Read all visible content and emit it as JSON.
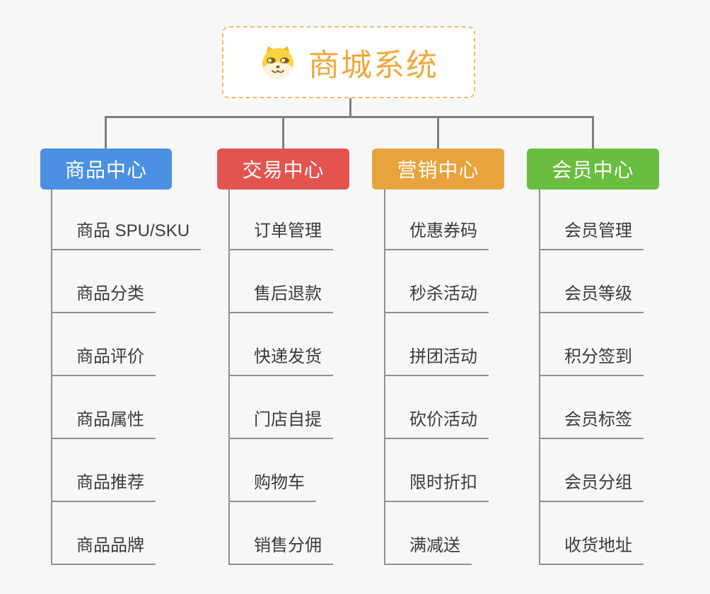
{
  "root": {
    "title": "商城系统",
    "icon": "shiba-dog-icon"
  },
  "colors": {
    "background": "#f7f7f7",
    "root_border": "#f2bc66",
    "root_text": "#f0a83c",
    "connector": "#7e7e7e",
    "child_line": "#909090",
    "child_text": "#3b3b3b",
    "branch_product": "#4b90e2",
    "branch_trade": "#e4544f",
    "branch_marketing": "#e8a33c",
    "branch_member": "#69be40"
  },
  "branches": [
    {
      "label": "商品中心",
      "color": "#4b90e2",
      "children": [
        "商品 SPU/SKU",
        "商品分类",
        "商品评价",
        "商品属性",
        "商品推荐",
        "商品品牌"
      ]
    },
    {
      "label": "交易中心",
      "color": "#e4544f",
      "children": [
        "订单管理",
        "售后退款",
        "快递发货",
        "门店自提",
        "购物车",
        "销售分佣"
      ]
    },
    {
      "label": "营销中心",
      "color": "#e8a33c",
      "children": [
        "优惠券码",
        "秒杀活动",
        "拼团活动",
        "砍价活动",
        "限时折扣",
        "满减送"
      ]
    },
    {
      "label": "会员中心",
      "color": "#69be40",
      "children": [
        "会员管理",
        "会员等级",
        "积分签到",
        "会员标签",
        "会员分组",
        "收货地址"
      ]
    }
  ]
}
